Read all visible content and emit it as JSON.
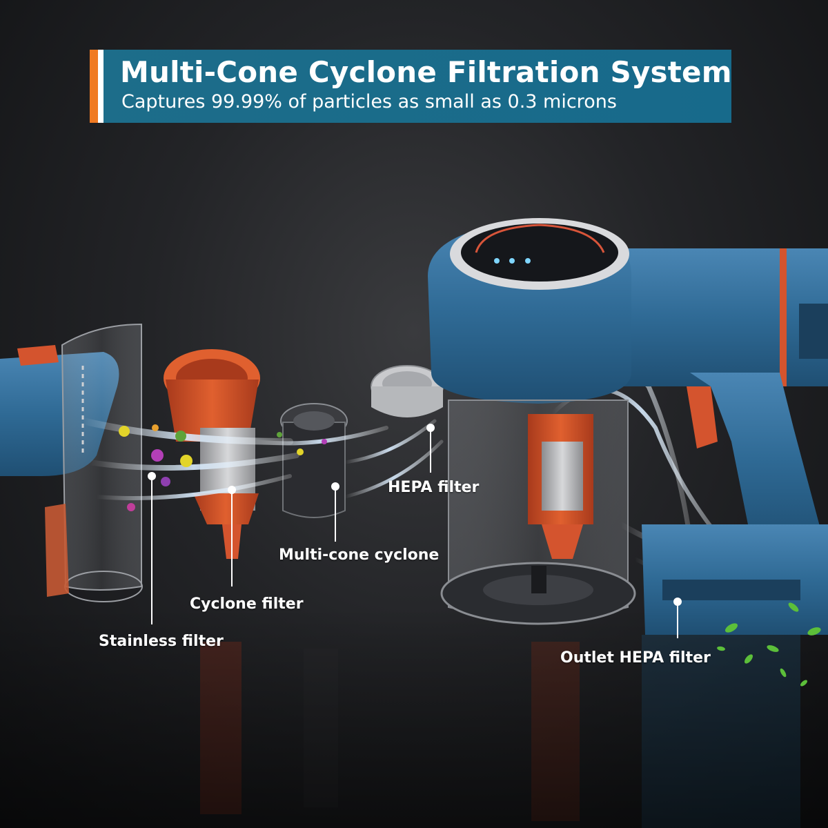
{
  "header": {
    "title": "Multi-Cone Cyclone Filtration System",
    "subtitle": "Captures 99.99% of particles as small as 0.3 microns"
  },
  "callouts": {
    "hepa_filter": "HEPA filter",
    "multi_cone_cyclone": "Multi-cone cyclone",
    "cyclone_filter": "Cyclone filter",
    "stainless_filter": "Stainless filter",
    "outlet_hepa_filter": "Outlet HEPA filter"
  },
  "colors": {
    "banner": "#1d6d8a",
    "accent_orange": "#f07a22",
    "body_blue": "#2f6a95",
    "part_orange": "#d4542e"
  }
}
